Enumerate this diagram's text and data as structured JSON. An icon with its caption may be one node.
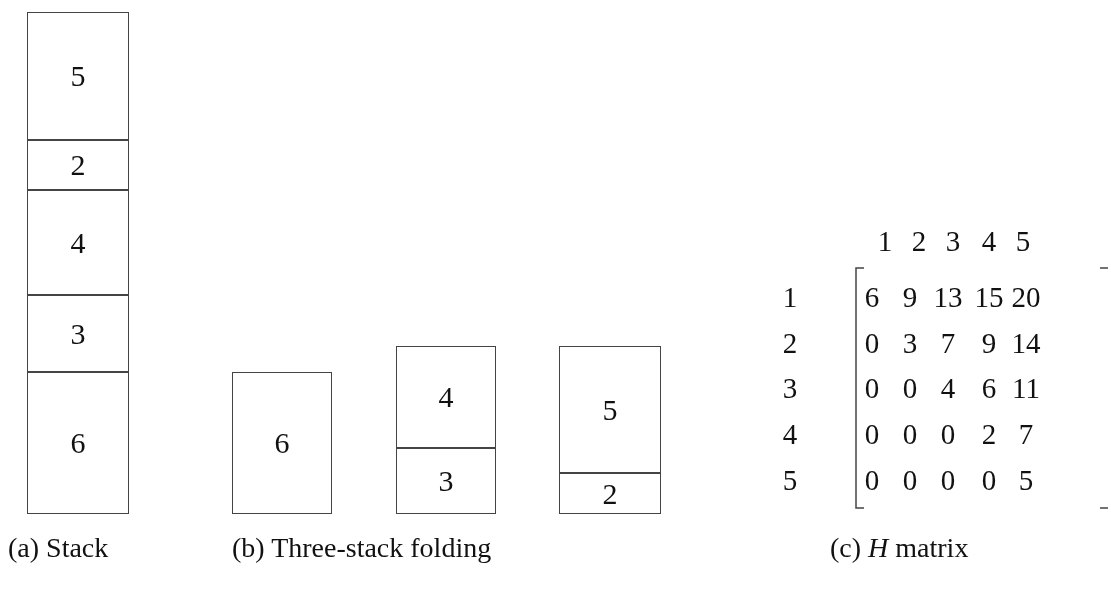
{
  "diagram": {
    "nodes": [
      {
        "text": [
          "5"
        ]
      },
      {
        "text": [
          "2"
        ]
      },
      {
        "text": [
          "4"
        ]
      },
      {
        "text": [
          "3"
        ]
      },
      {
        "text": [
          "6"
        ]
      },
      {
        "text": [
          "6"
        ]
      },
      {
        "text": [
          "4"
        ]
      },
      {
        "text": [
          "3"
        ]
      },
      {
        "text": [
          "5"
        ]
      },
      {
        "text": [
          "2"
        ]
      }
    ],
    "edges": [],
    "labels": [
      "1",
      "2",
      "3",
      "4",
      "5",
      "1",
      "6",
      "9",
      "13",
      "15",
      "20",
      "2",
      "0",
      "3",
      "7",
      "9",
      "14",
      "3",
      "0",
      "0",
      "4",
      "6",
      "11",
      "4",
      "0",
      "0",
      "0",
      "2",
      "7",
      "5",
      "0",
      "0",
      "0",
      "0",
      "5",
      "(a) Stack",
      "(b) Three-stack folding",
      "(c) *H* matrix"
    ]
  }
}
